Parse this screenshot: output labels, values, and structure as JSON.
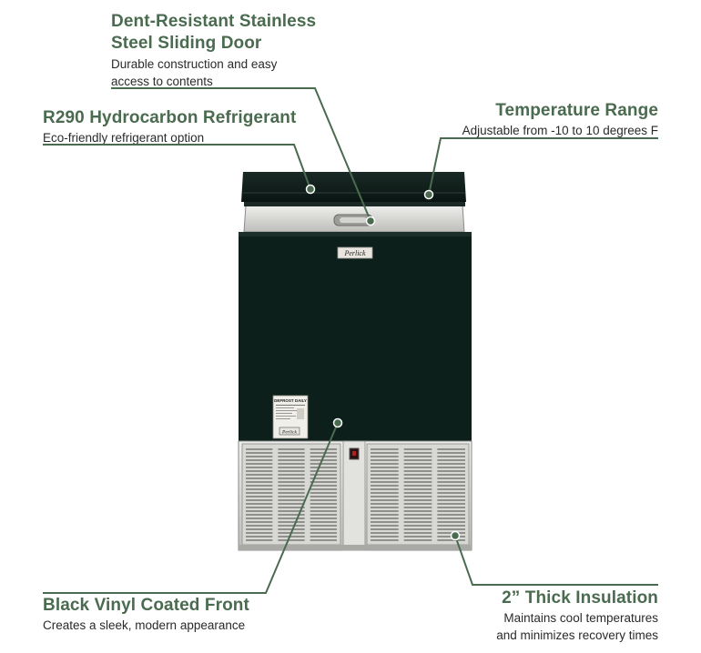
{
  "callouts": {
    "door": {
      "title_line1": "Dent-Resistant Stainless",
      "title_line2": "Steel Sliding Door",
      "desc_line1": "Durable construction and easy",
      "desc_line2": "access to contents"
    },
    "refrigerant": {
      "title": "R290 Hydrocarbon Refrigerant",
      "desc": "Eco-friendly refrigerant option"
    },
    "temperature": {
      "title": "Temperature Range",
      "desc": "Adjustable from -10 to 10 degrees F"
    },
    "front": {
      "title": "Black Vinyl Coated Front",
      "desc": "Creates a sleek, modern appearance"
    },
    "insulation": {
      "title": "2” Thick Insulation",
      "desc_line1": "Maintains cool temperatures",
      "desc_line2": "and minimizes recovery times"
    }
  },
  "product": {
    "logo": "Perlick",
    "label_heading": "DEFROST DAILY",
    "label_logo": "Perlick"
  },
  "colors": {
    "accent": "#4a6b4f",
    "cabinet": "#0d1f1a",
    "steel": "#d9d9d6"
  }
}
